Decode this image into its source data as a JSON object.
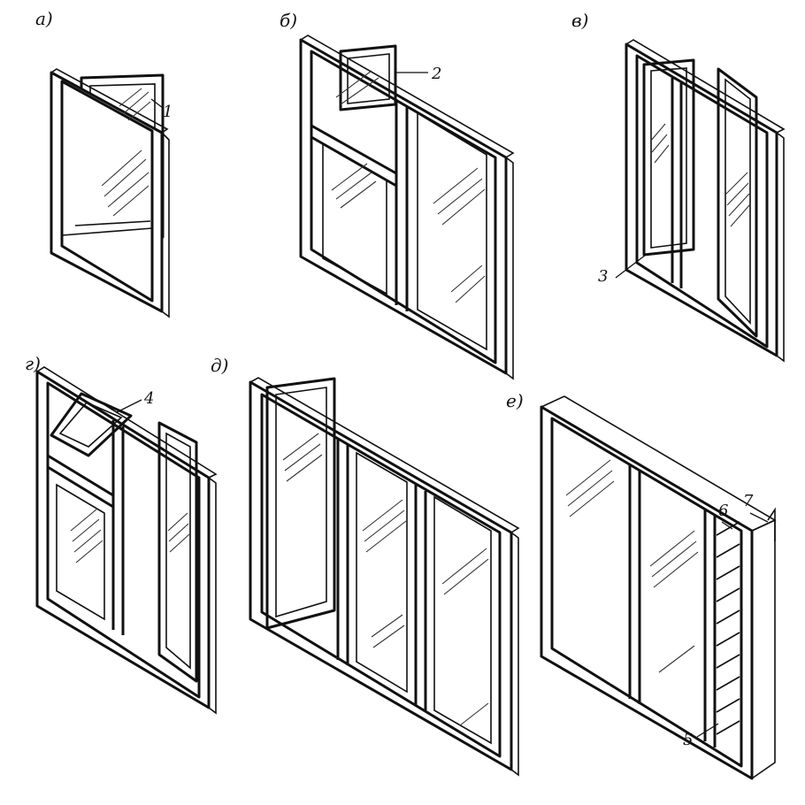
{
  "figures": [
    {
      "id": "a",
      "label": "а)"
    },
    {
      "id": "b",
      "label": "б)"
    },
    {
      "id": "v",
      "label": "в)"
    },
    {
      "id": "g",
      "label": "г)"
    },
    {
      "id": "d",
      "label": "д)"
    },
    {
      "id": "e",
      "label": "е)"
    }
  ],
  "callouts": [
    "1",
    "2",
    "3",
    "4",
    "5",
    "6",
    "7"
  ]
}
